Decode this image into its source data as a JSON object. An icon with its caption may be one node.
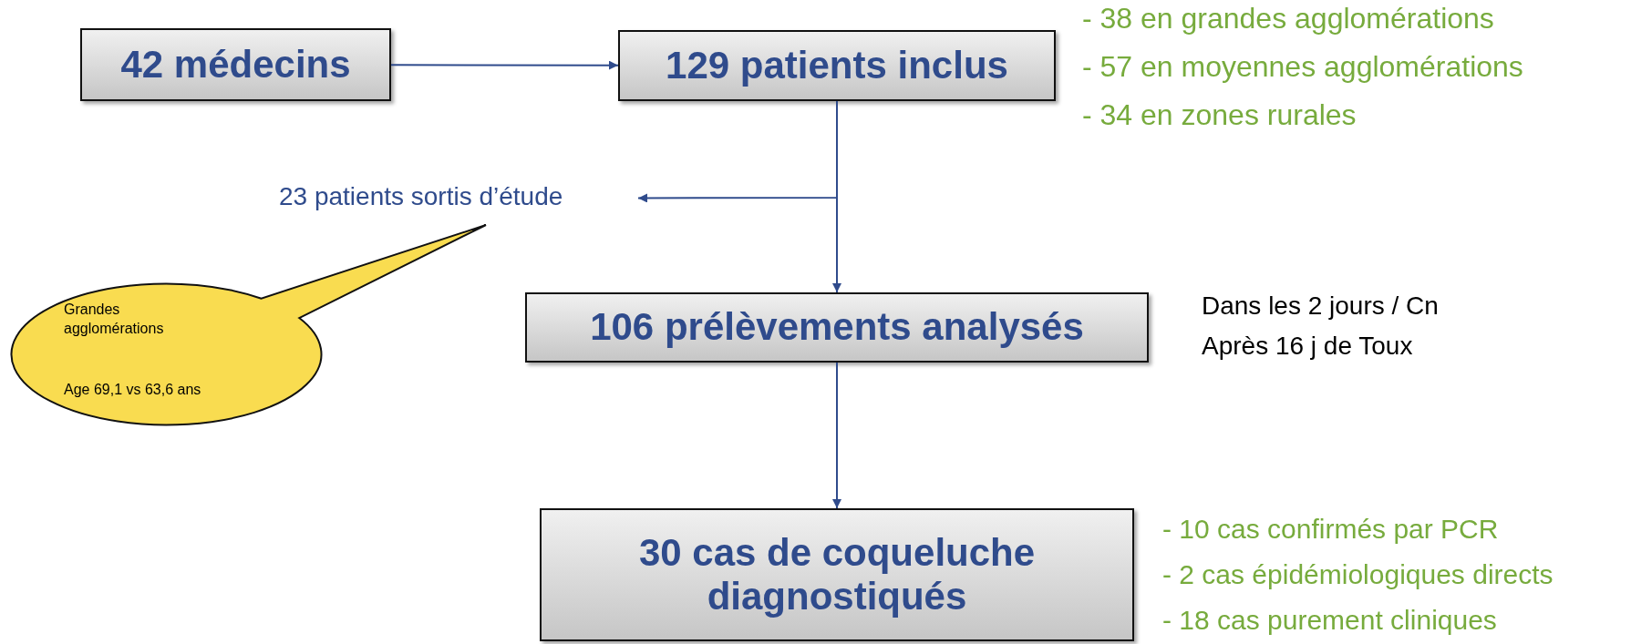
{
  "diagram": {
    "nodes": [
      {
        "text": [
          "42 médecins"
        ]
      },
      {
        "text": [
          "129 patients inclus"
        ],
        "beside": [
          "- 38 en grandes agglomérations",
          "- 57 en moyennes agglomérations",
          "- 34 en zones rurales"
        ]
      },
      {
        "text": [
          "23 patients sortis d’étude"
        ]
      },
      {
        "text": [
          "106 prélèvements analysés"
        ],
        "beside": [
          "Dans les 2 jours / Cn",
          "Après 16 j de Toux"
        ]
      },
      {
        "text": [
          "30 cas de coqueluche diagnostiqués"
        ],
        "beside": [
          "- 10 cas confirmés par PCR",
          "- 2 cas épidémiologiques directs",
          "- 18 cas purement cliniques"
        ]
      },
      {
        "text": [
          "Grandes agglomérations",
          "Age 69,1  vs 63,6 ans"
        ]
      }
    ],
    "edges": [
      {
        "from": 0,
        "to": 1,
        "arrow": "to"
      },
      {
        "from": 1,
        "to": 2,
        "arrow": "to"
      },
      {
        "from": 1,
        "to": 3,
        "arrow": "to"
      },
      {
        "from": 3,
        "to": 4,
        "arrow": "to"
      }
    ]
  }
}
